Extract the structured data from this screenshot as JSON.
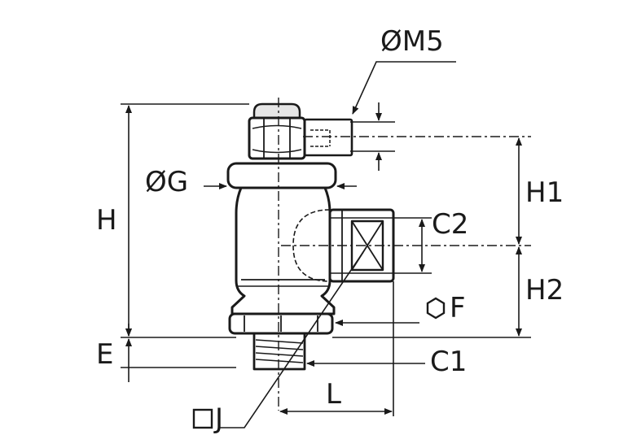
{
  "labels": {
    "m5": "ØM5",
    "g": "ØG",
    "h": "H",
    "h1": "H1",
    "h2": "H2",
    "c2": "C2",
    "f": "F",
    "e": "E",
    "c1": "C1",
    "l": "L",
    "j": "J"
  },
  "colors": {
    "ink": "#1a1a1a",
    "background": "#ffffff"
  },
  "icons": {
    "hexagon": "hexagon-icon",
    "square": "square-icon"
  }
}
